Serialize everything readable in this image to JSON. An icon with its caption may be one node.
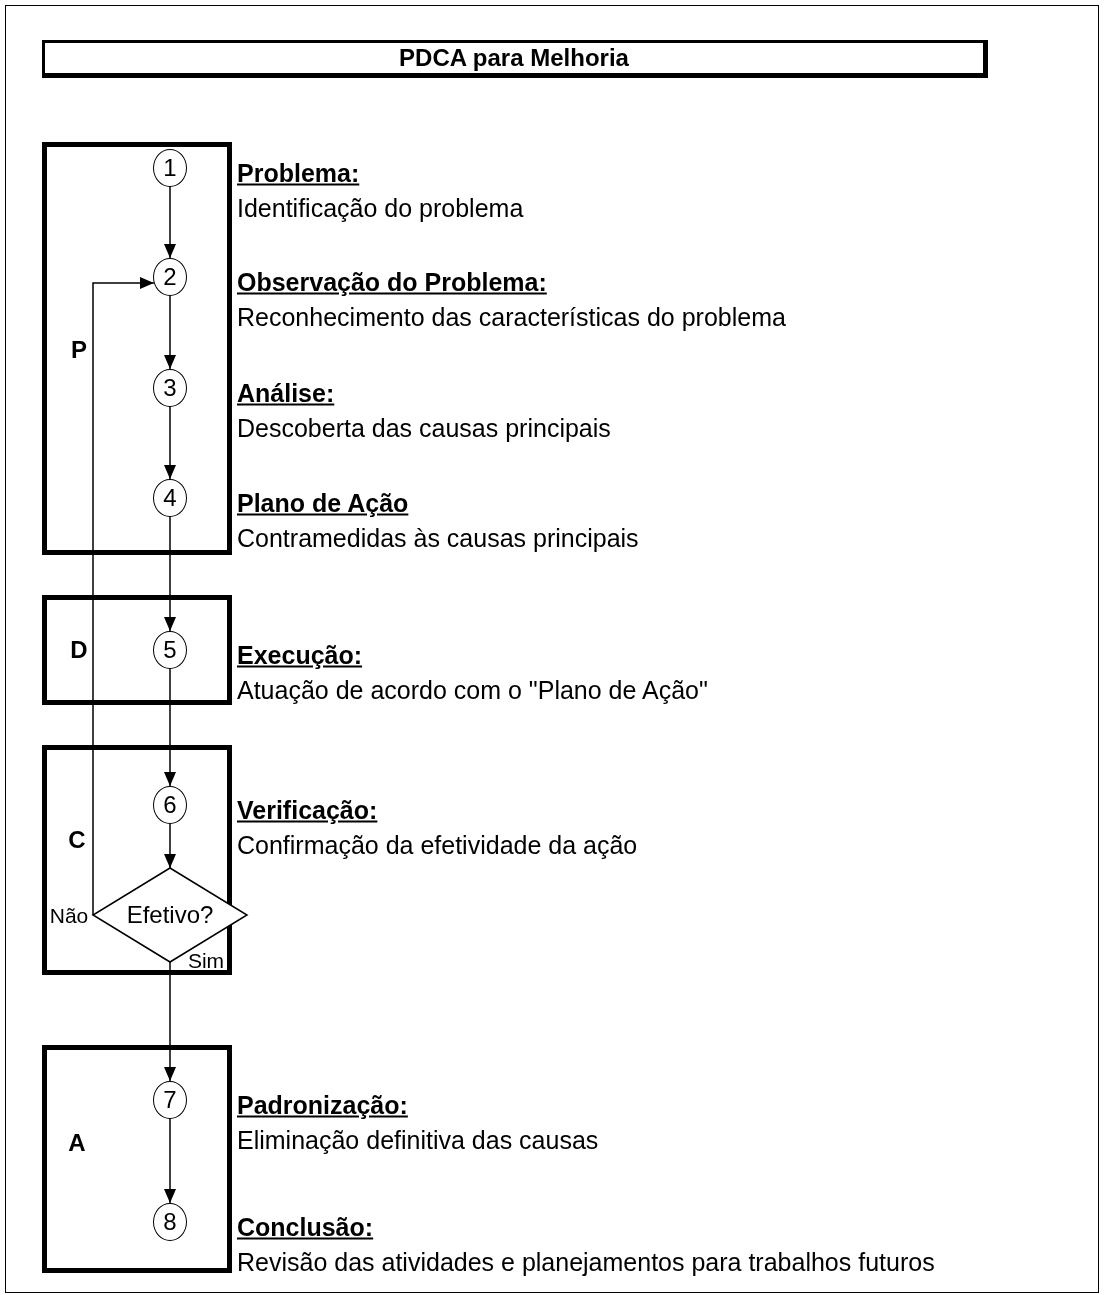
{
  "diagram": {
    "title": "PDCA para Melhoria",
    "nodes": [
      {
        "text": [
          "P"
        ]
      },
      {
        "text": [
          "1"
        ],
        "in": 0,
        "beside": [
          "Problema:",
          "Identificação do problema"
        ]
      },
      {
        "text": [
          "2"
        ],
        "in": 0,
        "beside": [
          "Observação do Problema:",
          "Reconhecimento das características do problema"
        ]
      },
      {
        "text": [
          "3"
        ],
        "in": 0,
        "beside": [
          "Análise:",
          "Descoberta das causas principais"
        ]
      },
      {
        "text": [
          "4"
        ],
        "in": 0,
        "beside": [
          "Plano de Ação",
          "Contramedidas às causas principais"
        ]
      },
      {
        "text": [
          "D"
        ]
      },
      {
        "text": [
          "5"
        ],
        "in": 5,
        "beside": [
          "Execução:",
          "Atuação de acordo com o \"Plano de Ação\""
        ]
      },
      {
        "text": [
          "C"
        ]
      },
      {
        "text": [
          "6"
        ],
        "in": 7,
        "beside": [
          "Verificação:",
          "Confirmação da efetividade da ação"
        ]
      },
      {
        "text": [
          "Efetivo?"
        ],
        "in": 7
      },
      {
        "text": [
          "A"
        ]
      },
      {
        "text": [
          "7"
        ],
        "in": 10,
        "beside": [
          "Padronização:",
          "Eliminação definitiva das causas"
        ]
      },
      {
        "text": [
          "8"
        ],
        "in": 10,
        "beside": [
          "Conclusão:",
          "Revisão das atividades e planejamentos para trabalhos futuros"
        ]
      }
    ],
    "edges": [
      {
        "from": 1,
        "to": 2,
        "arrow": "to"
      },
      {
        "from": 2,
        "to": 3,
        "arrow": "to"
      },
      {
        "from": 3,
        "to": 4,
        "arrow": "to"
      },
      {
        "from": 4,
        "to": 6,
        "arrow": "to"
      },
      {
        "from": 6,
        "to": 8,
        "arrow": "to"
      },
      {
        "from": 8,
        "to": 9,
        "arrow": "to"
      },
      {
        "from": 9,
        "to": 11,
        "arrow": "to",
        "label": "Sim"
      },
      {
        "from": 9,
        "to": 2,
        "arrow": "to",
        "label": "Não"
      },
      {
        "from": 11,
        "to": 12,
        "arrow": "to"
      }
    ]
  }
}
